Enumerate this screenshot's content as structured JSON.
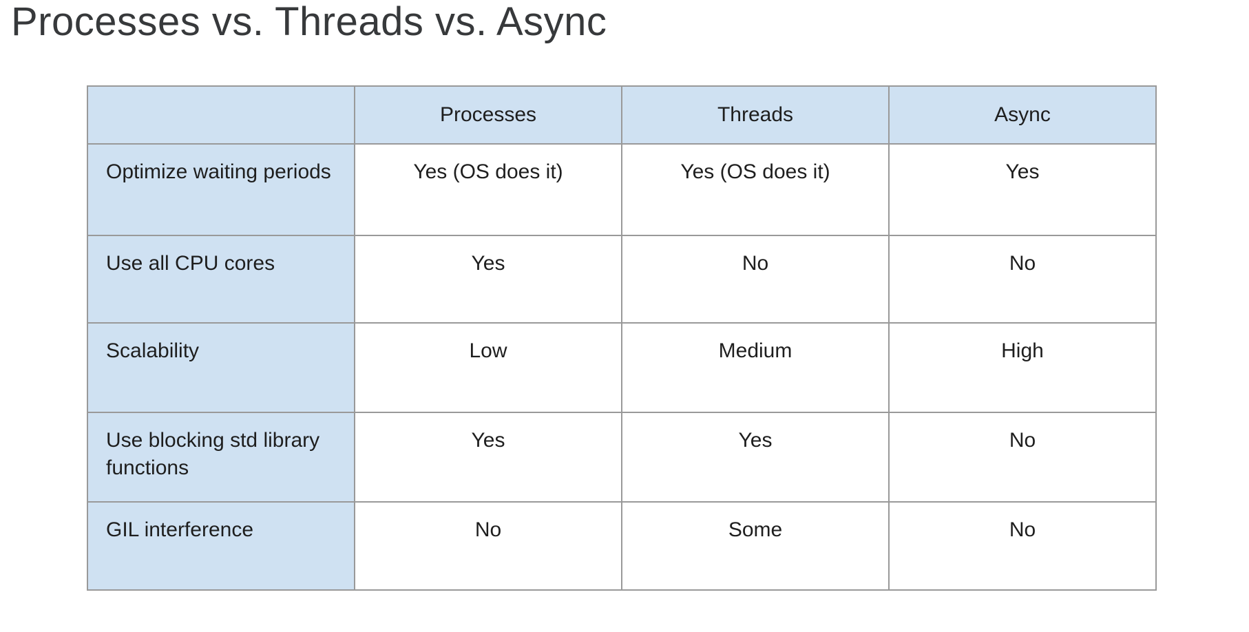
{
  "title": "Processes vs. Threads vs. Async",
  "table": {
    "columns": [
      "",
      "Processes",
      "Threads",
      "Async"
    ],
    "rows": [
      {
        "label": "Optimize waiting periods",
        "values": [
          "Yes (OS does it)",
          "Yes (OS does it)",
          "Yes"
        ]
      },
      {
        "label": "Use all CPU cores",
        "values": [
          "Yes",
          "No",
          "No"
        ]
      },
      {
        "label": "Scalability",
        "values": [
          "Low",
          "Medium",
          "High"
        ]
      },
      {
        "label": "Use blocking std library functions",
        "values": [
          "Yes",
          "Yes",
          "No"
        ]
      },
      {
        "label": "GIL interference",
        "values": [
          "No",
          "Some",
          "No"
        ]
      }
    ],
    "colors": {
      "header_bg": "#cfe1f2",
      "label_bg": "#cfe1f2",
      "cell_bg": "#ffffff",
      "border": "#999999",
      "text": "#1e1e1e",
      "title_text": "#37393b"
    }
  }
}
